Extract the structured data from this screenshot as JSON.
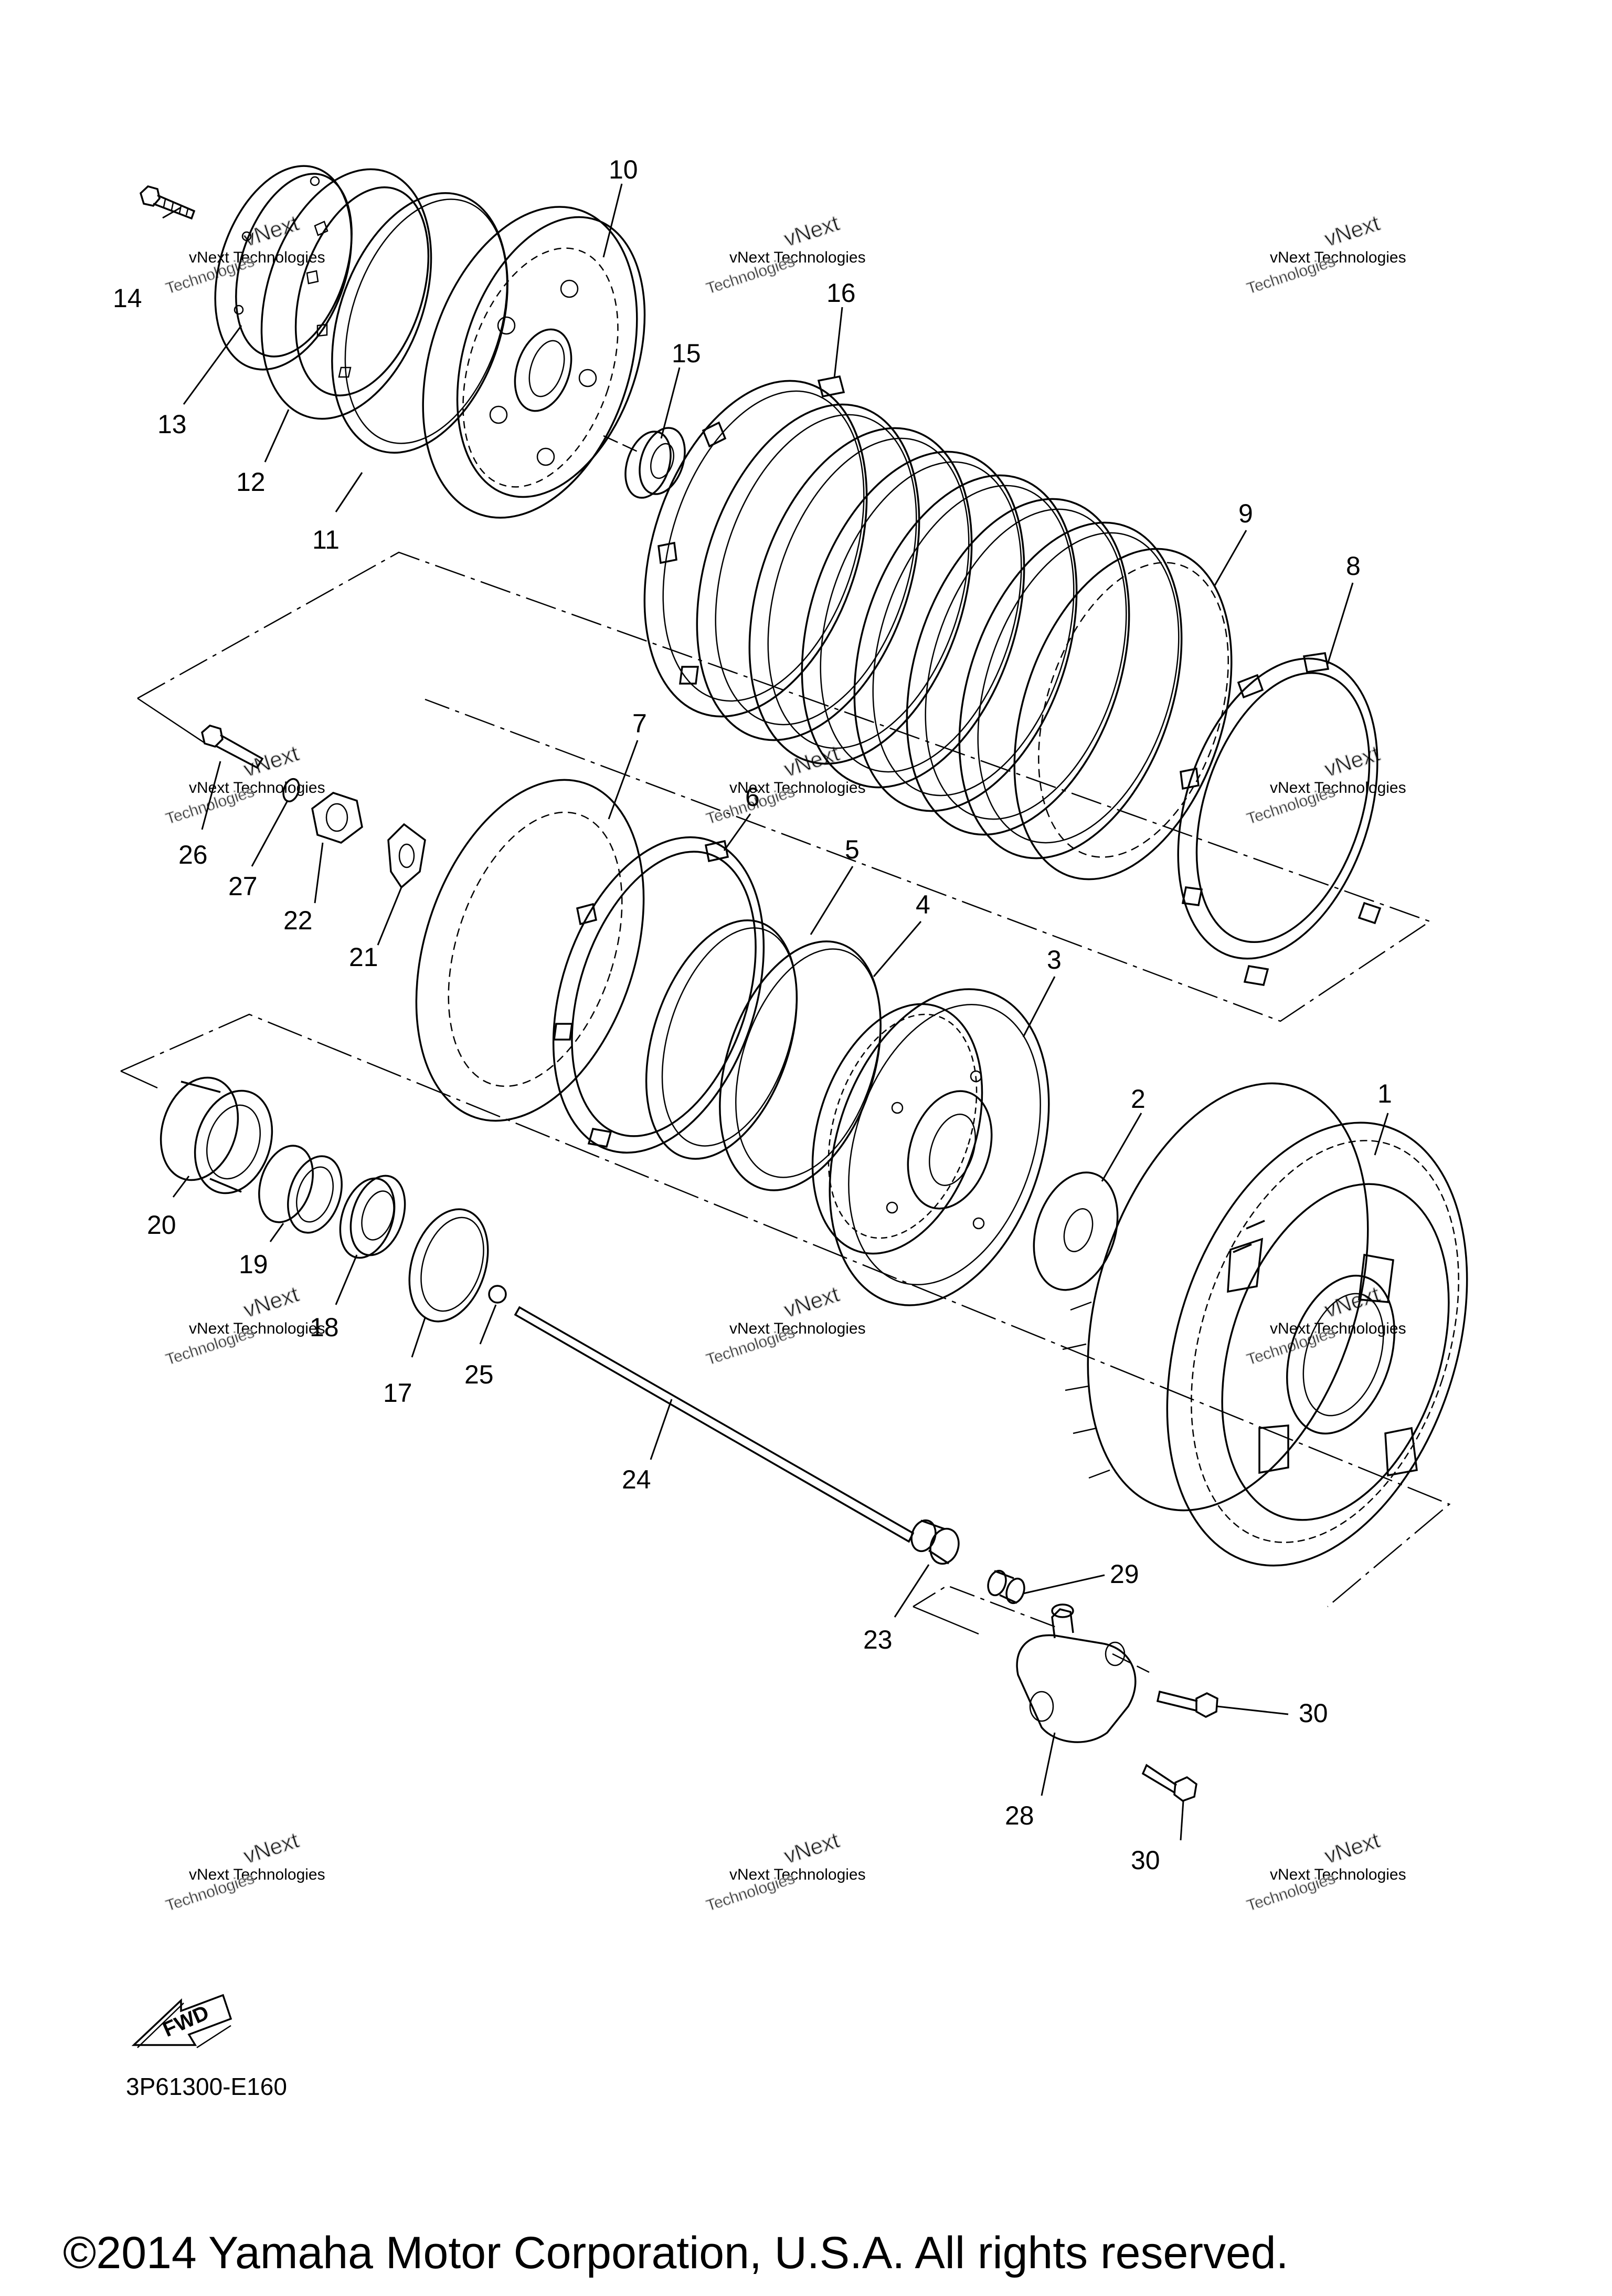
{
  "diagram_code": "3P61300-E160",
  "copyright": "©2014 Yamaha Motor Corporation, U.S.A. All rights reserved.",
  "fwd_label": "FWD",
  "watermark": {
    "line1": "vNext Technologies",
    "line2": "vNext",
    "line3": "Technologies"
  },
  "callouts": [
    "1",
    "2",
    "3",
    "4",
    "5",
    "6",
    "7",
    "8",
    "9",
    "10",
    "11",
    "12",
    "13",
    "14",
    "15",
    "16",
    "17",
    "18",
    "19",
    "20",
    "21",
    "22",
    "23",
    "24",
    "25",
    "26",
    "27",
    "28",
    "29",
    "30",
    "30"
  ]
}
